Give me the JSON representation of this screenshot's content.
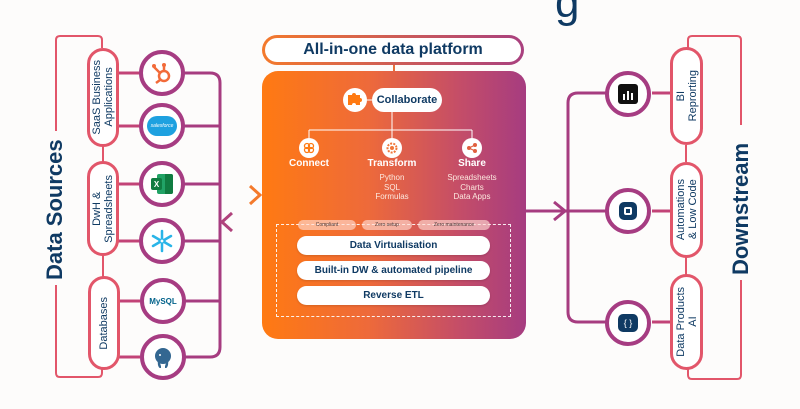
{
  "header": {
    "partial_heading_glyph": "g"
  },
  "platform": {
    "title": "All-in-one data platform",
    "collaborate": {
      "label": "Collaborate",
      "icon": "puzzle-icon"
    },
    "features": [
      {
        "title": "Connect",
        "icon": "connect-icon",
        "items": []
      },
      {
        "title": "Transform",
        "icon": "gear-brain-icon",
        "items": [
          "Python",
          "SQL",
          "Formulas"
        ]
      },
      {
        "title": "Share",
        "icon": "share-icon",
        "items": [
          "Spreadsheets",
          "Charts",
          "Data Apps"
        ]
      }
    ],
    "tags": [
      "Compliant",
      "Zero setup",
      "Zero maintenance"
    ],
    "layers": [
      "Data Virtualisation",
      "Built-in DW & automated pipeline",
      "Reverse ETL"
    ]
  },
  "sources": {
    "title": "Data Sources",
    "groups": [
      {
        "label": "SaaS Business\nApplications",
        "items": [
          {
            "name": "HubSpot",
            "icon": "hubspot-icon"
          },
          {
            "name": "Salesforce",
            "icon": "salesforce-icon",
            "text": "salesforce"
          }
        ]
      },
      {
        "label": "DwH &\nSpreadsheets",
        "items": [
          {
            "name": "Excel",
            "icon": "excel-icon",
            "text": "X"
          },
          {
            "name": "Snowflake",
            "icon": "snowflake-icon"
          }
        ]
      },
      {
        "label": "Databases",
        "items": [
          {
            "name": "MySQL",
            "icon": "mysql-icon",
            "text": "MySQL"
          },
          {
            "name": "PostgreSQL",
            "icon": "postgresql-icon"
          }
        ]
      }
    ]
  },
  "downstream": {
    "title": "Downstream",
    "groups": [
      {
        "label": "BI\nReprorting",
        "icon": "power-bi-icon"
      },
      {
        "label": "Automations\n& Low Code",
        "icon": "automation-icon"
      },
      {
        "label": "Data Products\nAI",
        "icon": "code-brackets-icon",
        "text": "{ }"
      }
    ]
  },
  "colors": {
    "navy": "#0f3a63",
    "orange": "#ff7a12",
    "magenta": "#a63c80",
    "pink_line": "#e2566a"
  }
}
